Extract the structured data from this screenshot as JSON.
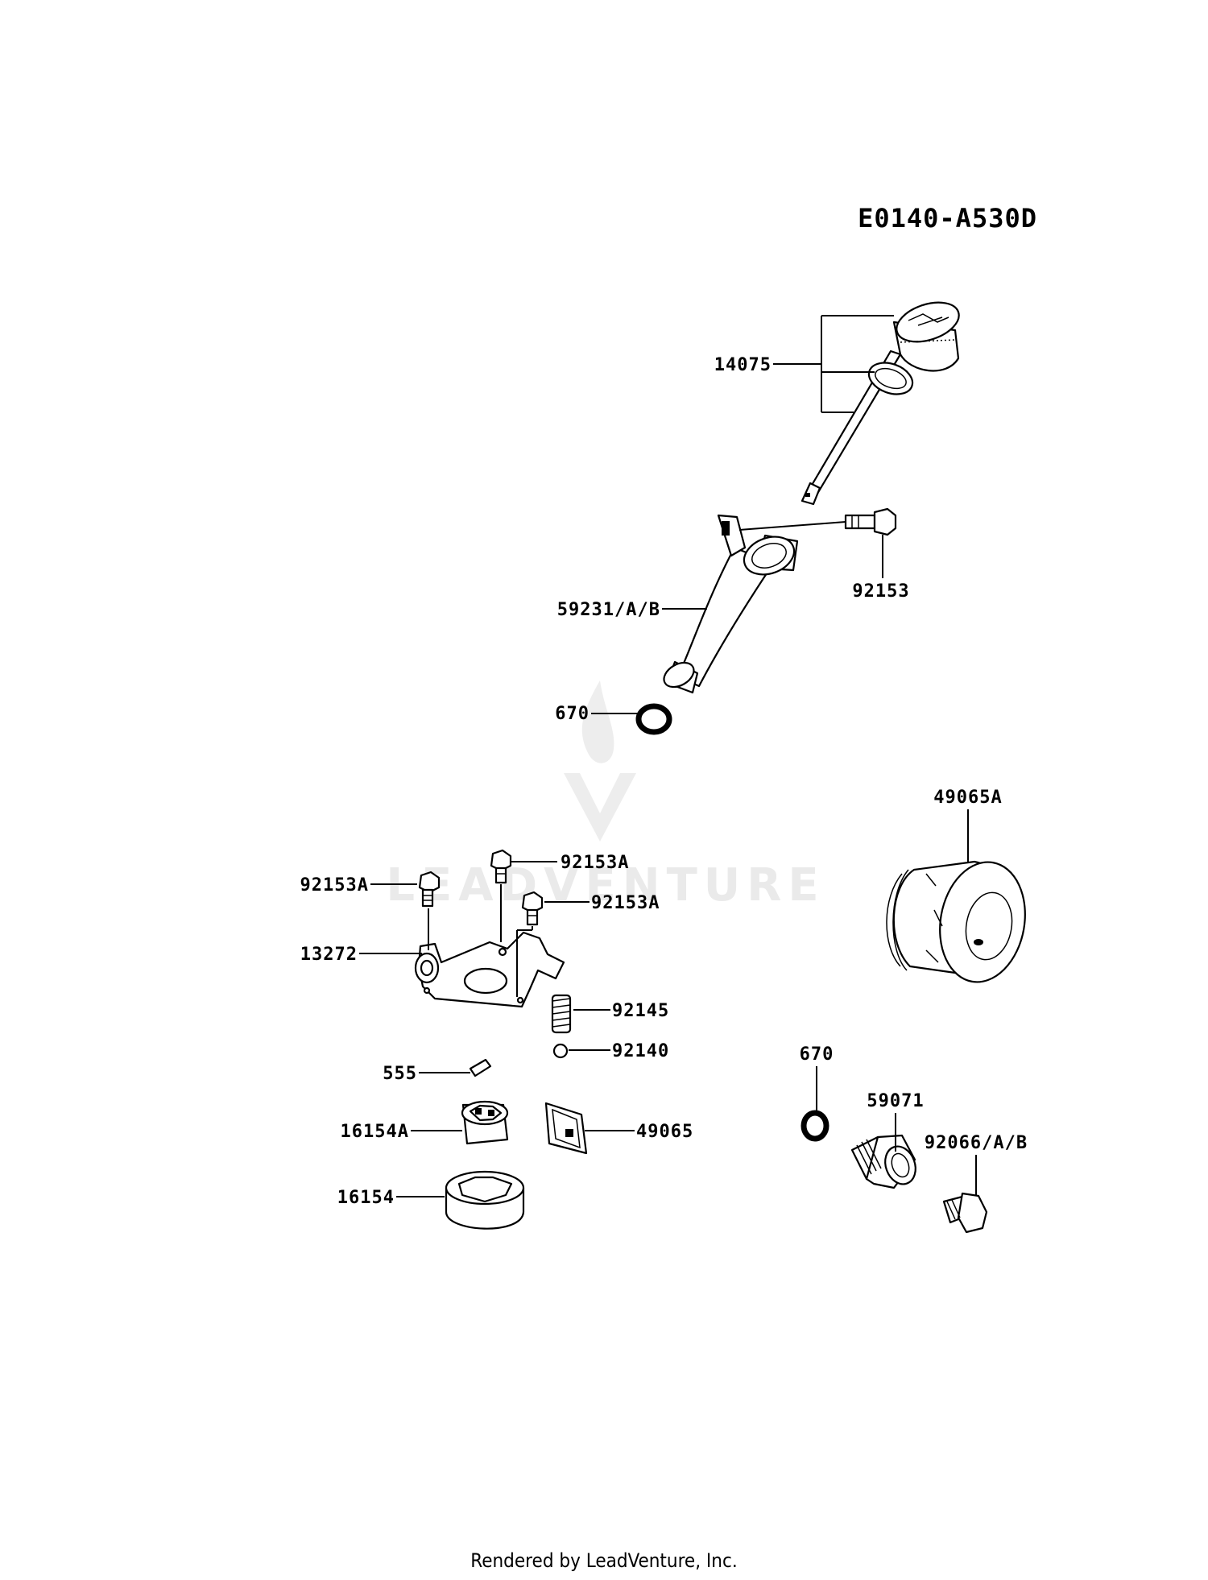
{
  "diagram": {
    "code": "E0140-A530D",
    "watermark": "LEADVENTURE",
    "footer": "Rendered by LeadVenture, Inc."
  },
  "parts": {
    "p14075": "14075",
    "p92153": "92153",
    "p59231": "59231/A/B",
    "p670_top": "670",
    "p49065A": "49065A",
    "p92153A_1": "92153A",
    "p92153A_2": "92153A",
    "p92153A_3": "92153A",
    "p13272": "13272",
    "p92145": "92145",
    "p92140": "92140",
    "p555": "555",
    "p16154A": "16154A",
    "p49065": "49065",
    "p16154": "16154",
    "p670_bottom": "670",
    "p59071": "59071",
    "p92066": "92066/A/B"
  }
}
